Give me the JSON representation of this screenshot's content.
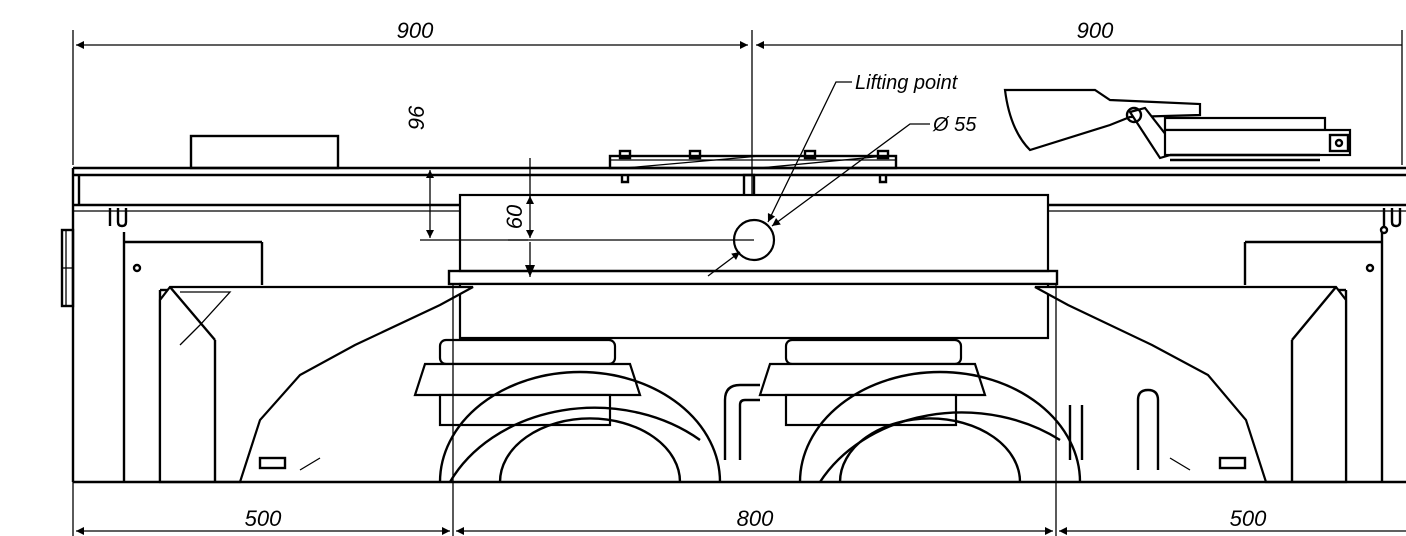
{
  "dimensions": {
    "top_left": "900",
    "top_right": "900",
    "bottom_left": "500",
    "bottom_middle": "800",
    "bottom_right": "500",
    "vertical_top": "96",
    "vertical_inner": "60"
  },
  "annotations": {
    "lifting_point": "Lifting point",
    "diameter": "Ø 55"
  }
}
